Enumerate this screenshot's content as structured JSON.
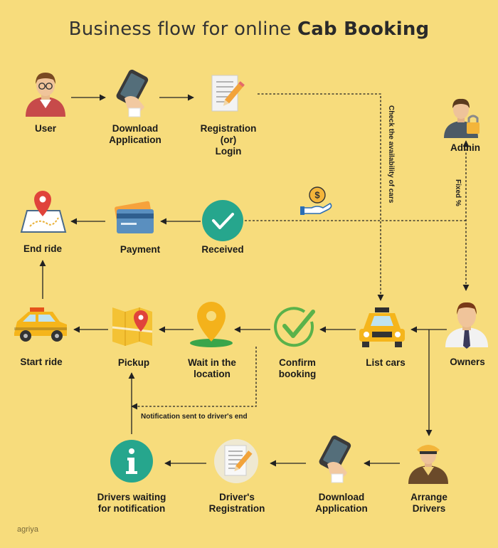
{
  "title": {
    "regular": "Business flow for online ",
    "bold": "Cab Booking"
  },
  "nodes": {
    "user": {
      "line1": "User"
    },
    "download_app_top": {
      "line1": "Download",
      "line2": "Application"
    },
    "registration_login": {
      "line1": "Registration",
      "line2": "(or)",
      "line3": "Login"
    },
    "admin": {
      "line1": "Admin"
    },
    "end_ride": {
      "line1": "End ride"
    },
    "payment": {
      "line1": "Payment"
    },
    "received": {
      "line1": "Received"
    },
    "start_ride": {
      "line1": "Start ride"
    },
    "pickup": {
      "line1": "Pickup"
    },
    "wait_location": {
      "line1": "Wait in the",
      "line2": "location"
    },
    "confirm_booking": {
      "line1": "Confirm",
      "line2": "booking"
    },
    "list_cars": {
      "line1": "List cars"
    },
    "owners": {
      "line1": "Owners"
    },
    "drivers_waiting": {
      "line1": "Drivers waiting",
      "line2": "for notification"
    },
    "drivers_registration": {
      "line1": "Driver's",
      "line2": "Registration"
    },
    "download_app_bottom": {
      "line1": "Download",
      "line2": "Application"
    },
    "arrange_drivers": {
      "line1": "Arrange",
      "line2": "Drivers"
    }
  },
  "annotations": {
    "check_availability": "Check the availability of cars",
    "fixed_percent": "Fixed %",
    "notification_sent": "Notification sent to driver's end",
    "brand": "agriya"
  },
  "colors": {
    "background": "#f7dc7c",
    "teal": "#26a68d",
    "green": "#5ab24a",
    "red_pin": "#e0433b",
    "taxi_yellow": "#f5b51b",
    "line": "#222222"
  },
  "icons": [
    "user-avatar-icon",
    "phone-hand-icon",
    "registration-form-icon",
    "admin-lock-icon",
    "map-pin-icon",
    "credit-card-icon",
    "checkmark-circle-icon",
    "money-hand-icon",
    "taxi-side-icon",
    "map-fold-pin-icon",
    "location-pin-icon",
    "check-mark-icon",
    "taxi-front-icon",
    "owner-avatar-icon",
    "info-circle-icon",
    "driver-avatar-icon"
  ]
}
